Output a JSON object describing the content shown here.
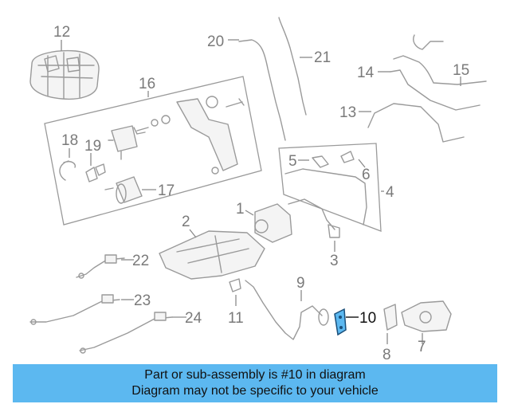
{
  "callouts": {
    "c1": "1",
    "c2": "2",
    "c3": "3",
    "c4": "4",
    "c5": "5",
    "c6": "6",
    "c7": "7",
    "c8": "8",
    "c9": "9",
    "c10": "10",
    "c11": "11",
    "c12": "12",
    "c13": "13",
    "c14": "14",
    "c15": "15",
    "c16": "16",
    "c17": "17",
    "c18": "18",
    "c19": "19",
    "c20": "20",
    "c21": "21",
    "c22": "22",
    "c23": "23",
    "c24": "24"
  },
  "highlighted_part": "10",
  "highlight_color": "#5cb8f0",
  "banner": {
    "line1": "Part or sub-assembly is #10 in diagram",
    "line2": "Diagram may not be specific to your vehicle",
    "background": "#5cb8f0"
  }
}
